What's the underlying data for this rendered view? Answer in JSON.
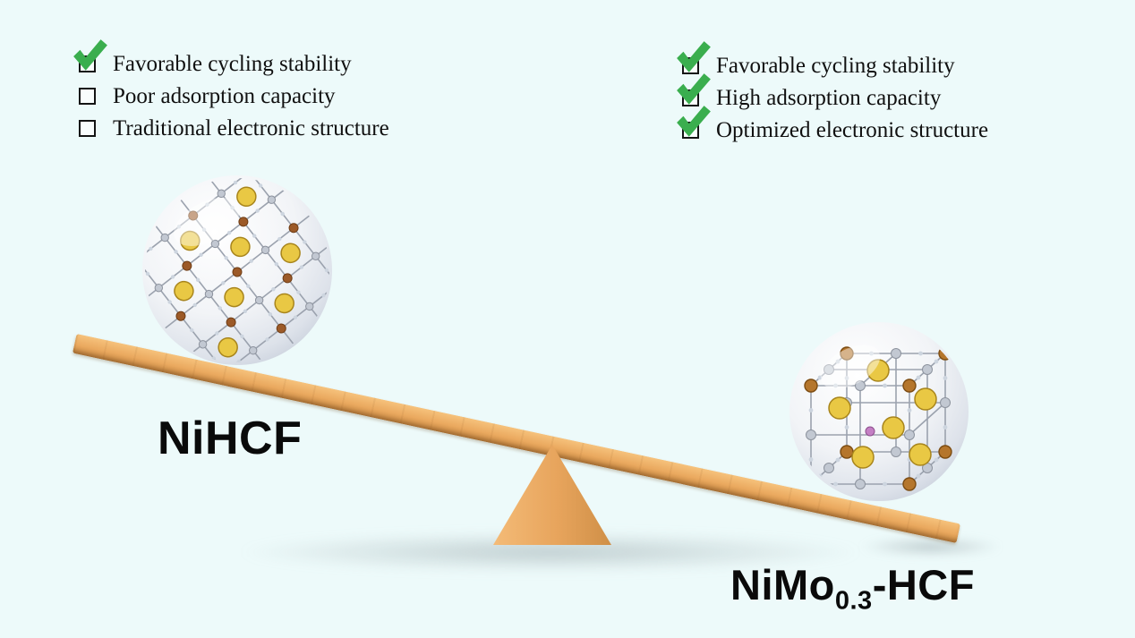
{
  "background_color": "#edfafa",
  "colors": {
    "check_green": "#3aae4e",
    "wood_light": "#f6c27c",
    "wood_mid": "#eaa95f",
    "wood_dark": "#c98a45",
    "atom_gold": "#e9c844",
    "atom_gold_edge": "#a8851c",
    "atom_brown": "#9c5a28",
    "atom_brown_edge": "#6e3c14",
    "atom_gray": "#c2c8d2",
    "atom_gray_edge": "#8d939e",
    "atom_dot": "#cdd5df",
    "atom_purple": "#c47fc4",
    "rod_gray": "#9ba2ae"
  },
  "left_checklist": {
    "items": [
      {
        "label": "Favorable cycling stability",
        "checked": true
      },
      {
        "label": "Poor adsorption capacity",
        "checked": false
      },
      {
        "label": "Traditional electronic structure",
        "checked": false
      }
    ]
  },
  "right_checklist": {
    "items": [
      {
        "label": "Favorable cycling stability",
        "checked": true
      },
      {
        "label": "High adsorption capacity",
        "checked": true
      },
      {
        "label": "Optimized electronic structure",
        "checked": true
      }
    ]
  },
  "left_material": {
    "name": "NiHCF"
  },
  "right_material": {
    "prefix": "NiMo",
    "subscript": "0.3",
    "suffix": "-HCF"
  }
}
